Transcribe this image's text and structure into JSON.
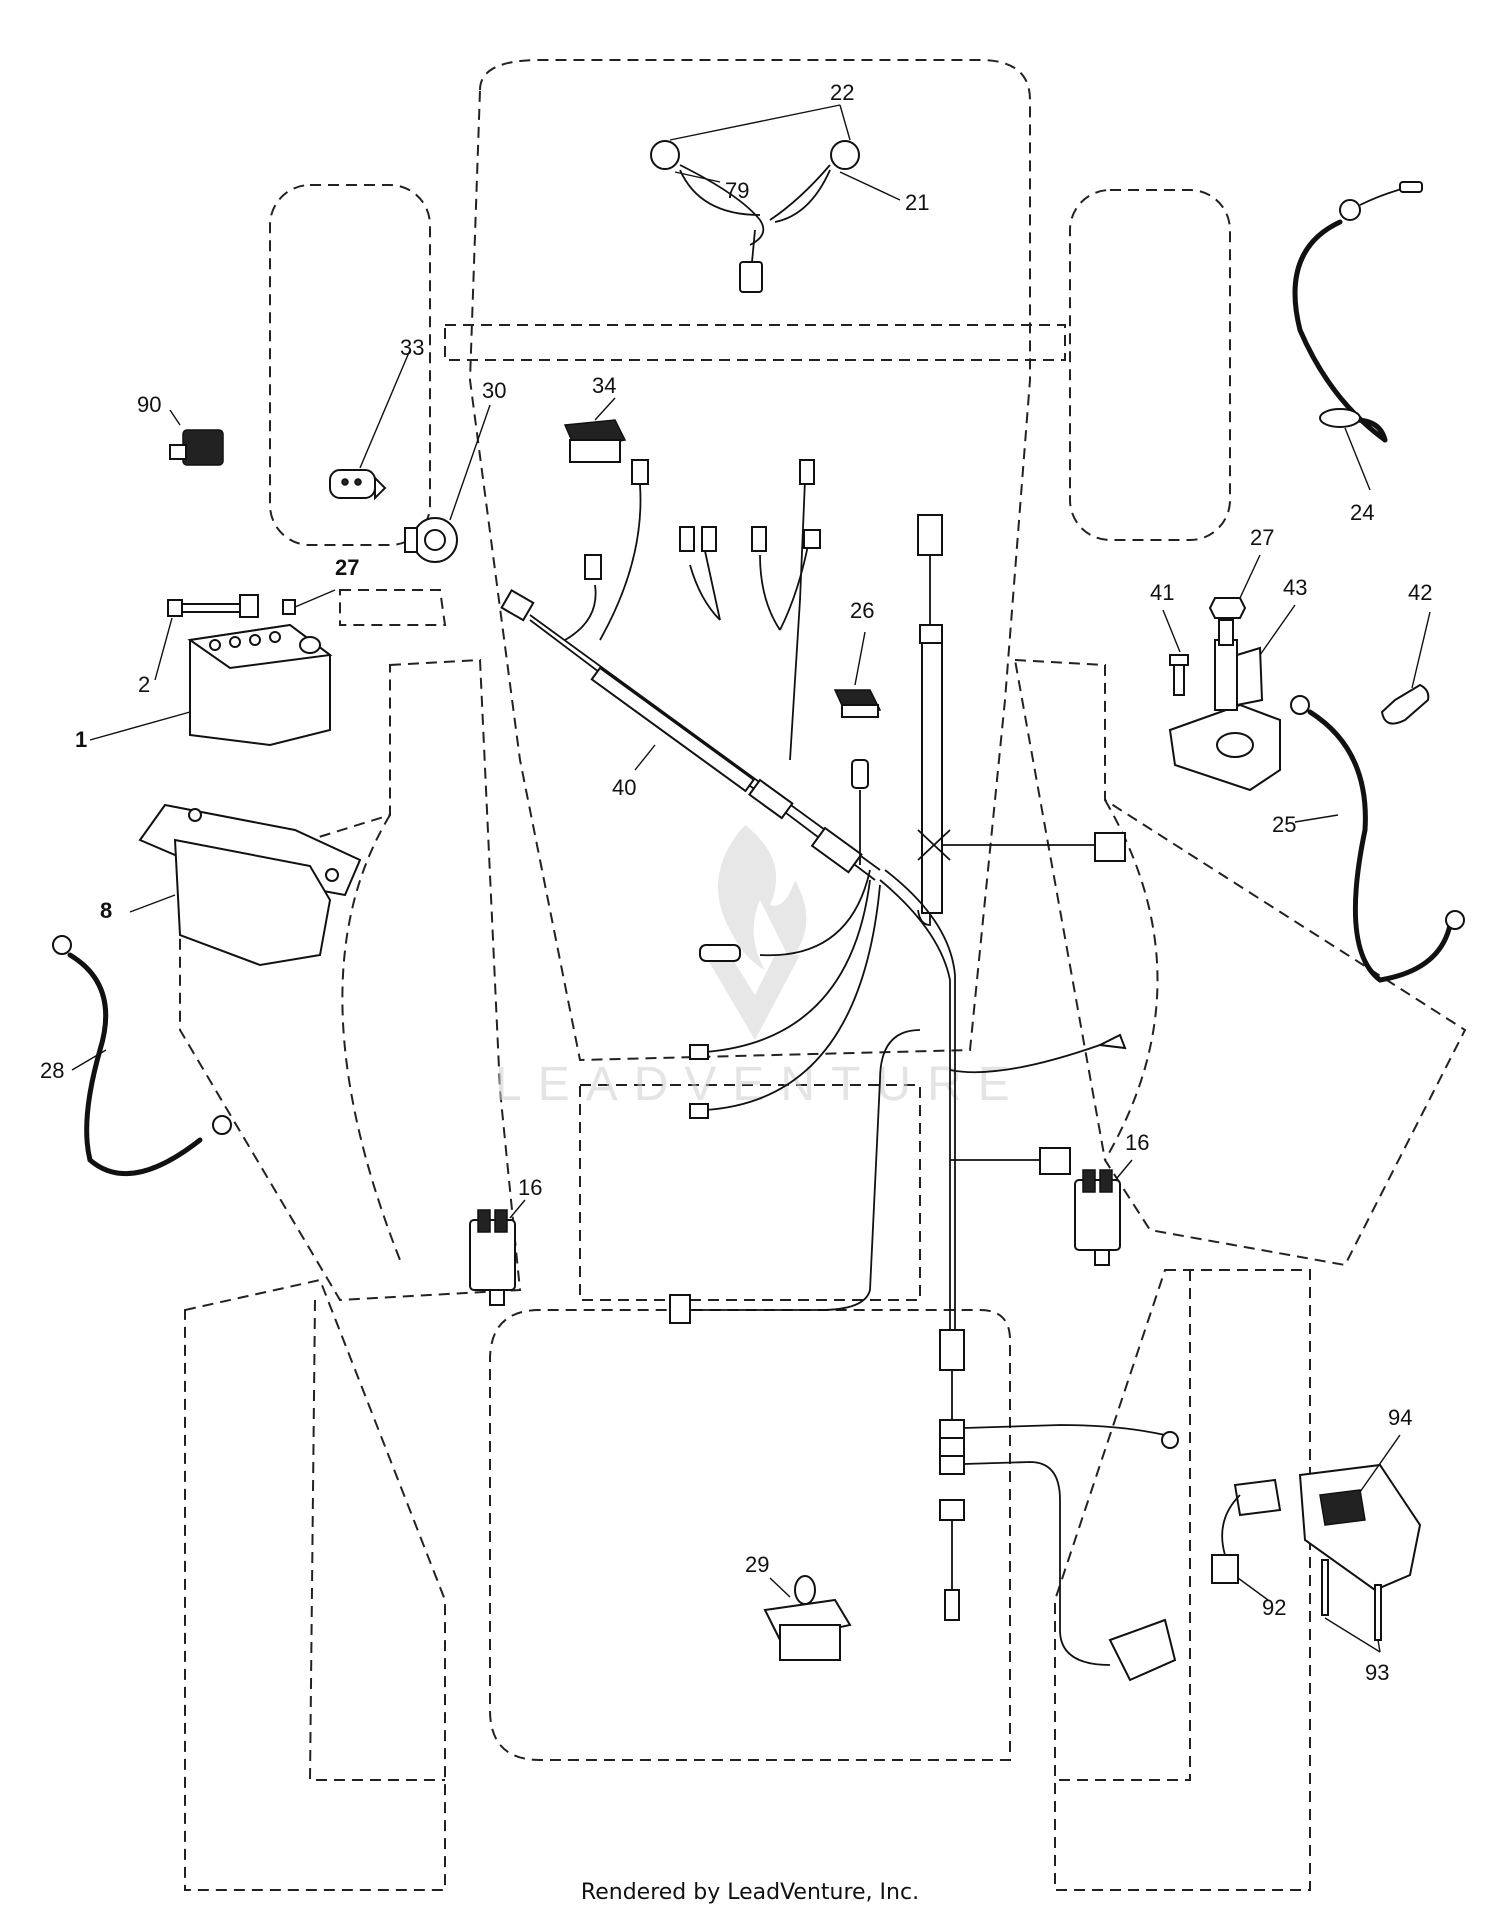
{
  "diagram": {
    "callouts": [
      {
        "label": "22"
      },
      {
        "label": "79"
      },
      {
        "label": "21"
      },
      {
        "label": "24"
      },
      {
        "label": "33"
      },
      {
        "label": "30"
      },
      {
        "label": "34"
      },
      {
        "label": "90"
      },
      {
        "label": "27"
      },
      {
        "label": "2"
      },
      {
        "label": "1"
      },
      {
        "label": "26"
      },
      {
        "label": "40"
      },
      {
        "label": "41"
      },
      {
        "label": "27"
      },
      {
        "label": "43"
      },
      {
        "label": "42"
      },
      {
        "label": "25"
      },
      {
        "label": "8"
      },
      {
        "label": "28"
      },
      {
        "label": "16"
      },
      {
        "label": "16"
      },
      {
        "label": "29"
      },
      {
        "label": "94"
      },
      {
        "label": "92"
      },
      {
        "label": "93"
      }
    ],
    "watermark": "LEADVENTURE"
  },
  "footer": {
    "credit": "Rendered by LeadVenture, Inc."
  }
}
